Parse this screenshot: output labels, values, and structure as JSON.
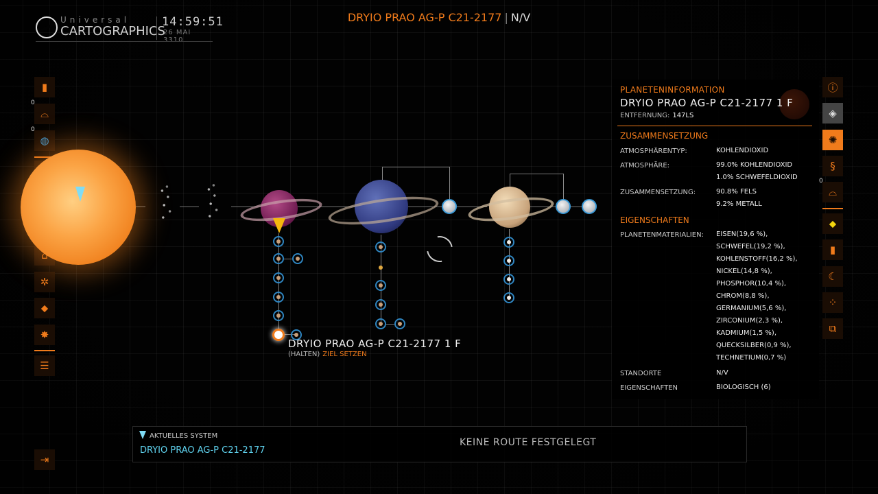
{
  "header": {
    "logo_small": "Universal",
    "logo_big": "CARTOGRAPHICS",
    "time": "14:59:51",
    "date": "26 MAI 3310",
    "system_title": "DRYIO PRAO AG-P C21-2177",
    "divider": "|",
    "system_status": "N/V"
  },
  "left_toolbar": [
    {
      "icon": "bookmark-icon",
      "count": ""
    },
    {
      "icon": "planet-horizon-icon",
      "count": "0"
    },
    {
      "icon": "globe-icon",
      "count": "0"
    },
    {
      "icon": "system-map-icon",
      "count": ""
    },
    {
      "icon": "target-scan-icon",
      "count": ""
    },
    {
      "icon": "info-circle-icon",
      "count": ""
    },
    {
      "icon": "station-icon",
      "count": ""
    },
    {
      "icon": "gear-icon",
      "count": ""
    },
    {
      "icon": "location-pin-icon",
      "count": ""
    },
    {
      "icon": "burst-icon",
      "count": ""
    },
    {
      "icon": "list-icon",
      "count": ""
    },
    {
      "icon": "exit-icon",
      "count": ""
    }
  ],
  "right_toolbar": [
    {
      "icon": "planet-info-icon",
      "count": ""
    },
    {
      "icon": "scan-planet-icon",
      "count": ""
    },
    {
      "icon": "star-icon",
      "count": ""
    },
    {
      "icon": "dna-icon",
      "count": ""
    },
    {
      "icon": "planet-horizon-icon",
      "count": "0"
    },
    {
      "icon": "location-pin-icon",
      "count": ""
    },
    {
      "icon": "bookmark-icon",
      "count": ""
    },
    {
      "icon": "crescent-icon",
      "count": ""
    },
    {
      "icon": "nodes-icon",
      "count": ""
    },
    {
      "icon": "cargo-icon",
      "count": ""
    }
  ],
  "map": {
    "selected_body": "DRYIO PRAO AG-P C21-2177 1 F",
    "hold_label": "(HALTEN)",
    "set_target_label": "ZIEL SETZEN"
  },
  "panel": {
    "heading": "PLANETENINFORMATION",
    "body_name": "DRYIO PRAO AG-P C21-2177 1 F",
    "distance_label": "ENTFERNUNG:",
    "distance_value": "147LS",
    "composition_title": "ZUSAMMENSETZUNG",
    "atmo_type_label": "ATMOSPHÄRENTYP:",
    "atmo_type_value": "KOHLENDIOXID",
    "atmo_label": "ATMOSPHÄRE:",
    "atmo_values": [
      "99.0% KOHLENDIOXID",
      "1.0% SCHWEFELDIOXID"
    ],
    "composition_label": "ZUSAMMENSETZUNG:",
    "composition_values": [
      "90.8% FELS",
      "9.2% METALL"
    ],
    "properties_title": "EIGENSCHAFTEN",
    "materials_label": "PLANETENMATERIALIEN:",
    "materials": [
      "EISEN(19,6 %),",
      "SCHWEFEL(19,2 %),",
      "KOHLENSTOFF(16,2 %),",
      "NICKEL(14,8 %),",
      "PHOSPHOR(10,4 %),",
      "CHROM(8,8 %),",
      "GERMANIUM(5,6 %),",
      "ZIRCONIUM(2,3 %),",
      "KADMIUM(1,5 %),",
      "QUECKSILBER(0,9 %),",
      "TECHNETIUM(0,7 %)"
    ],
    "locations_label": "STANDORTE",
    "locations_value": "N/V",
    "features_label": "EIGENSCHAFTEN",
    "features_value": "BIOLOGISCH (6)"
  },
  "route_bar": {
    "current_label": "AKTUELLES SYSTEM",
    "current_system": "DRYIO PRAO AG-P C21-2177",
    "route_status": "KEINE ROUTE FESTGELEGT"
  },
  "colors": {
    "accent": "#f07b1b",
    "cyan": "#5fd2ee",
    "moon_ring": "#3a9ad8"
  }
}
